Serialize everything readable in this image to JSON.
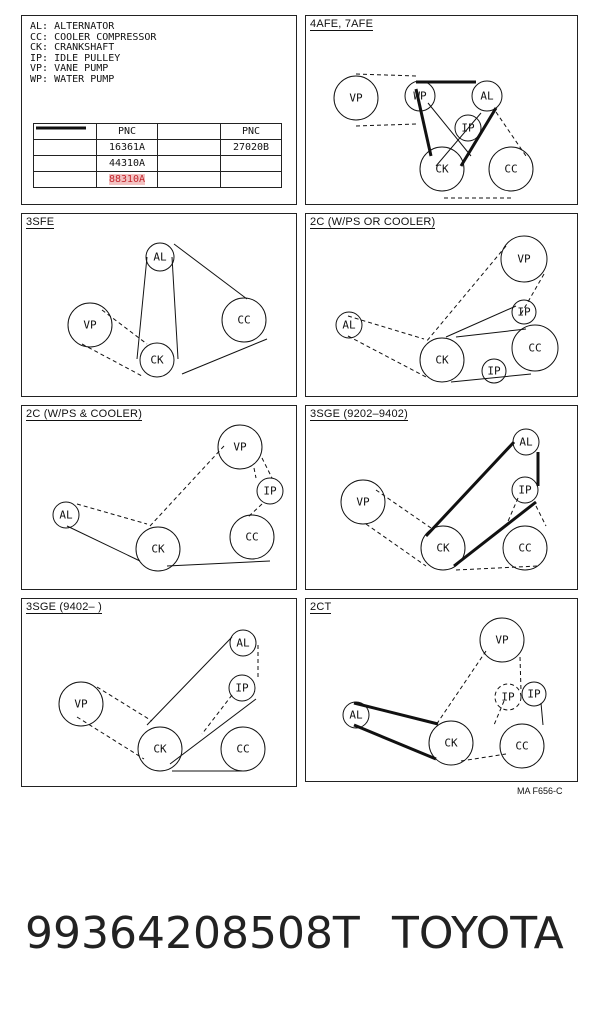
{
  "legend": {
    "lines": [
      "AL: ALTERNATOR",
      "CC: COOLER COMPRESSOR",
      "CK: CRANKSHAFT",
      "IP: IDLE PULLEY",
      "VP: VANE PUMP",
      "WP: WATER PUMP"
    ],
    "table_header": [
      "",
      "PNC",
      "",
      "PNC"
    ],
    "rows": [
      {
        "pnc1": "16361A",
        "pnc2": "27020B"
      },
      {
        "pnc1": "44310A",
        "pnc2": ""
      },
      {
        "pnc1": "88310A",
        "pnc2": ""
      }
    ]
  },
  "panels": [
    {
      "title": "4AFE, 7AFE",
      "labels": {
        "vp": "VP",
        "wp": "WP",
        "al": "AL",
        "ip": "IP",
        "ck": "CK",
        "cc": "CC"
      }
    },
    {
      "title": "3SFE",
      "labels": {
        "al": "AL",
        "vp": "VP",
        "cc": "CC",
        "ck": "CK"
      }
    },
    {
      "title": "2C (W/PS OR COOLER)",
      "labels": {
        "vp": "VP",
        "ip1": "IP",
        "al": "AL",
        "cc": "CC",
        "ck": "CK",
        "ip2": "IP"
      }
    },
    {
      "title": "2C (W/PS & COOLER)",
      "labels": {
        "vp": "VP",
        "ip": "IP",
        "al": "AL",
        "cc": "CC",
        "ck": "CK"
      }
    },
    {
      "title": "3SGE (9202–9402)",
      "labels": {
        "al": "AL",
        "ip": "IP",
        "vp": "VP",
        "ck": "CK",
        "cc": "CC"
      }
    },
    {
      "title": "3SGE (9402–      )",
      "labels": {
        "al": "AL",
        "ip": "IP",
        "vp": "VP",
        "ck": "CK",
        "cc": "CC"
      }
    },
    {
      "title": "2CT",
      "labels": {
        "vp": "VP",
        "ip1": "IP",
        "ip2": "IP",
        "al": "AL",
        "ck": "CK",
        "cc": "CC"
      }
    }
  ],
  "footer_code": "MA F656-C",
  "part_number": "99364208508T",
  "brand": "TOYOTA"
}
